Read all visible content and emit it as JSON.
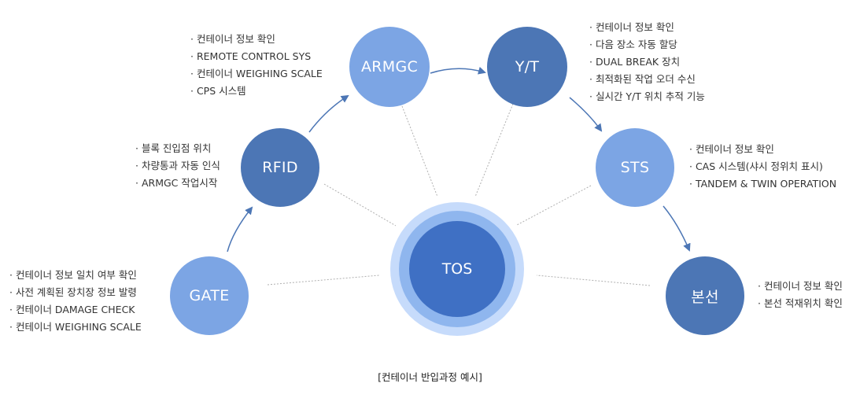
{
  "nodes": {
    "armgc": "ARMGC",
    "yt": "Y/T",
    "rfid": "RFID",
    "sts": "STS",
    "gate": "GATE",
    "tos": "TOS",
    "bonseon": "본선"
  },
  "details": {
    "armgc": [
      "컨테이너 정보 확인",
      "REMOTE CONTROL SYS",
      "컨테이너 WEIGHING SCALE",
      " CPS 시스템"
    ],
    "yt": [
      "컨테이너 정보 확인",
      "다음 장소 자동 할당",
      "DUAL BREAK 장치",
      "최적화된 작업 오더 수신",
      "실시간 Y/T 위치 추적 기능"
    ],
    "rfid": [
      "블록 진입점 위치",
      "차량통과 자동 인식",
      "ARMGC 작업시작"
    ],
    "sts": [
      "컨테이너 정보 확인",
      "CAS 시스템(샤시 정위치 표시)",
      "TANDEM & TWIN OPERATION"
    ],
    "gate": [
      "컨테이너 정보 일치 여부 확인",
      "사전 계획된 장치장 정보 발령",
      "컨테이너 DAMAGE CHECK",
      "컨테이너 WEIGHING SCALE"
    ],
    "bonseon": [
      "컨테이너 정보 확인",
      "본선 적재위치 확인"
    ]
  },
  "caption": "[컨테이너 반입과정 예시]",
  "colors": {
    "light_node": "#7ca5e4",
    "dark_node": "#4c76b5",
    "tos_core": "#3f70c4",
    "tos_ring_mid": "#8fb6ee",
    "tos_ring_outer": "#c6dbfb",
    "arrow": "#4c76b5"
  }
}
